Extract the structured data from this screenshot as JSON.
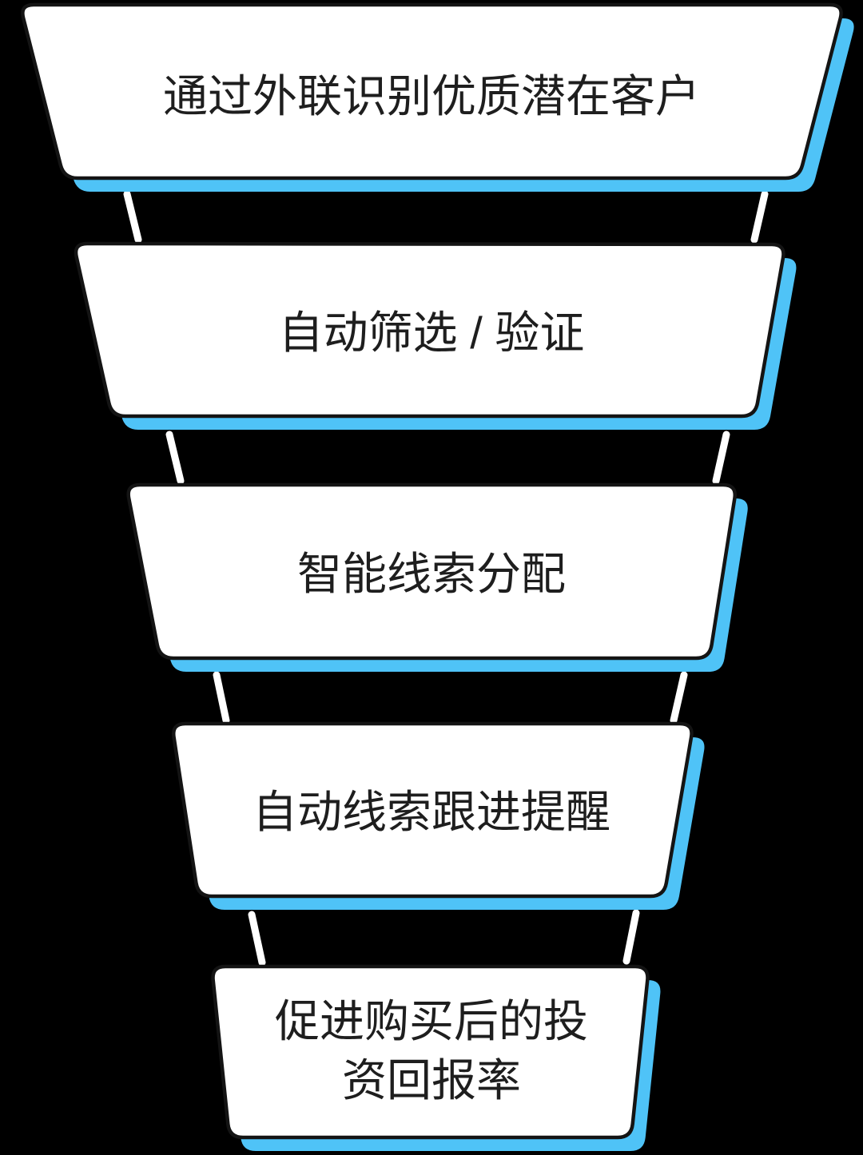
{
  "diagram": {
    "type": "funnel",
    "background_color": "#000000",
    "shape_fill": "#ffffff",
    "shape_border_color": "#141414",
    "shadow_color": "#4FC3F7",
    "connector_color": "#ffffff",
    "text_color": "#1e1e1e",
    "stages": [
      {
        "id": 1,
        "lines": [
          "通过外联识别优质潜在客户"
        ],
        "label": "通过外联识别优质潜在客户"
      },
      {
        "id": 2,
        "lines": [
          "自动筛选 / 验证"
        ],
        "label": "自动筛选 / 验证"
      },
      {
        "id": 3,
        "lines": [
          "智能线索分配"
        ],
        "label": "智能线索分配"
      },
      {
        "id": 4,
        "lines": [
          "自动线索跟进提醒"
        ],
        "label": "自动线索跟进提醒"
      },
      {
        "id": 5,
        "lines": [
          "促进购买后的投",
          "资回报率"
        ],
        "label": "促进购买后的投资回报率"
      }
    ]
  }
}
